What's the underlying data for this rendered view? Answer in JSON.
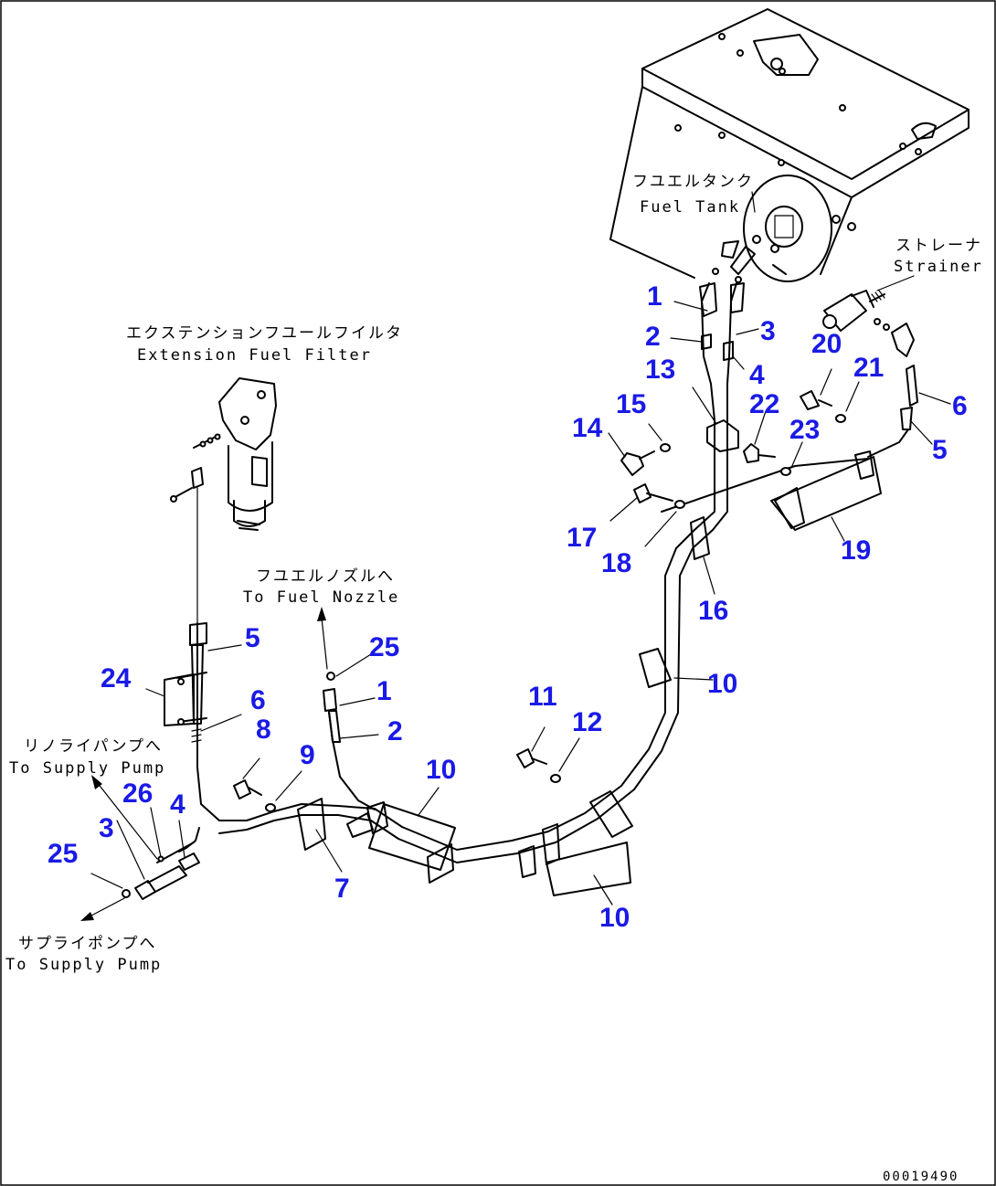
{
  "labels": {
    "fuel_tank_jp": "フユエルタンク",
    "fuel_tank_en": "Fuel Tank",
    "strainer_jp": "ストレーナ",
    "strainer_en": "Strainer",
    "ext_filter_jp": "エクステンションフユールフイルタ",
    "ext_filter_en": "Extension Fuel Filter",
    "fuel_nozzle_jp": "フユエルノズルへ",
    "fuel_nozzle_en": "To Fuel Nozzle",
    "supply_pump_upper_jp": "リノライパンプへ",
    "supply_pump_upper_en": "To Supply Pump",
    "supply_pump_lower_jp": "サプライポンプへ",
    "supply_pump_lower_en": "To Supply Pump",
    "drawing_number": "00019490"
  },
  "callouts": {
    "c1a": "1",
    "c2a": "2",
    "c3a": "3",
    "c4a": "4",
    "c13": "13",
    "c15": "15",
    "c14": "14",
    "c22": "22",
    "c23": "23",
    "c20": "20",
    "c21": "21",
    "c6a": "6",
    "c5a": "5",
    "c17": "17",
    "c18": "18",
    "c19": "19",
    "c16": "16",
    "c10a": "10",
    "c5b": "5",
    "c24": "24",
    "c6b": "6",
    "c25a": "25",
    "c1b": "1",
    "c2b": "2",
    "c8": "8",
    "c9": "9",
    "c10b": "10",
    "c11": "11",
    "c12": "12",
    "c26": "26",
    "c4b": "4",
    "c3b": "3",
    "c25b": "25",
    "c7": "7",
    "c10c": "10"
  }
}
